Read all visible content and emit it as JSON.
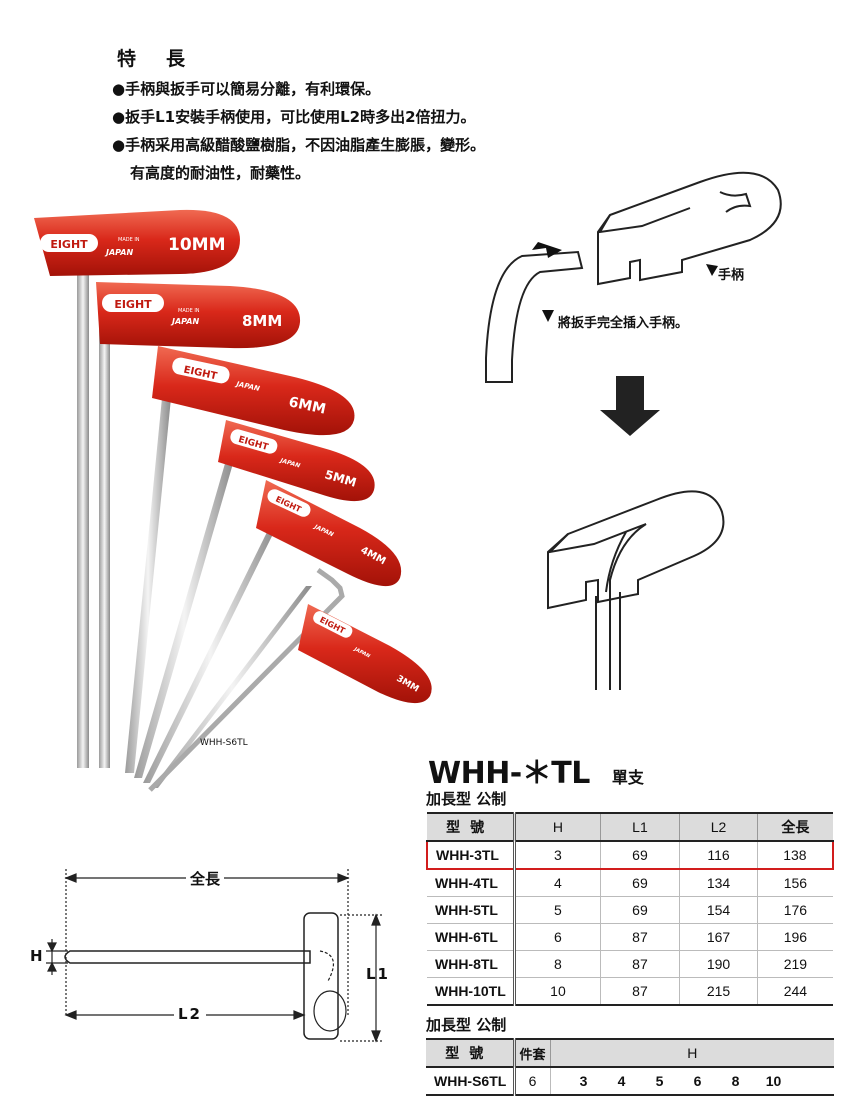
{
  "features": {
    "title_chars": [
      "特",
      "長"
    ],
    "items": [
      "●手柄與扳手可以簡易分離，有利環保。",
      "●扳手L1安裝手柄使用，可比使用L2時多出2倍扭力。",
      "●手柄采用高級醋酸鹽樹脂，不因油脂產生膨脹，變形。",
      "有高度的耐油性，耐藥性。"
    ]
  },
  "photo": {
    "caption": "WHH-S6TL",
    "brand": "EIGHT",
    "made_in": "MADE IN",
    "country": "JAPAN",
    "sizes": [
      "10MM",
      "8MM",
      "6MM",
      "5MM",
      "4MM",
      "3MM"
    ],
    "handle_color": "#d9281a"
  },
  "assembly": {
    "handle_label": "手柄",
    "insert_label": "將扳手完全插入手柄。"
  },
  "dimension": {
    "total_length": "全長",
    "h": "H",
    "l1": "L1",
    "l2": "L2"
  },
  "product": {
    "model": "WHH-＊TL",
    "unit": "單支"
  },
  "single_table": {
    "caption": "加長型 公制",
    "headers": [
      "型號",
      "H",
      "L1",
      "L2",
      "全長"
    ],
    "rows": [
      [
        "WHH-3TL",
        "3",
        "69",
        "116",
        "138"
      ],
      [
        "WHH-4TL",
        "4",
        "69",
        "134",
        "156"
      ],
      [
        "WHH-5TL",
        "5",
        "69",
        "154",
        "176"
      ],
      [
        "WHH-6TL",
        "6",
        "87",
        "167",
        "196"
      ],
      [
        "WHH-8TL",
        "8",
        "87",
        "190",
        "219"
      ],
      [
        "WHH-10TL",
        "10",
        "87",
        "215",
        "244"
      ]
    ],
    "highlight_color": "#d21d1d"
  },
  "set_table": {
    "caption": "加長型 公制",
    "headers": [
      "型號",
      "件套",
      "H"
    ],
    "model": "WHH-S6TL",
    "count": "6",
    "sizes": [
      "3",
      "4",
      "5",
      "6",
      "8",
      "10"
    ]
  }
}
